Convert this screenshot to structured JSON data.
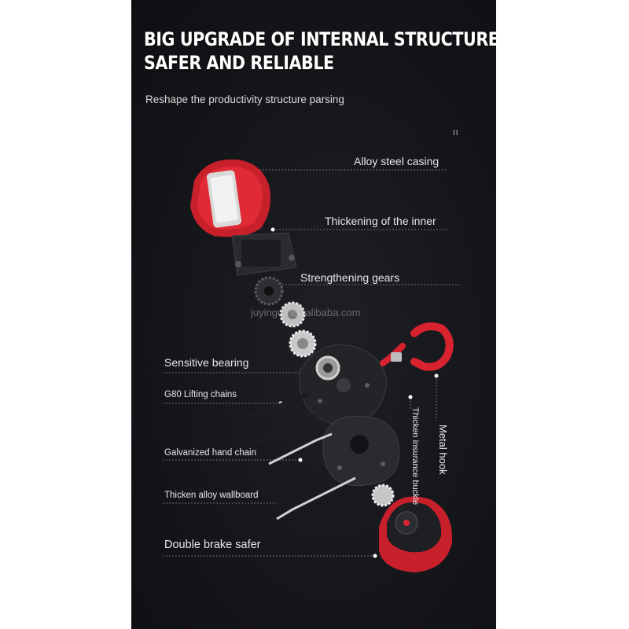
{
  "headline": {
    "line1": "BIG UPGRADE OF INTERNAL STRUCTURE",
    "line2": "SAFER AND RELIABLE"
  },
  "subtitle": "Reshape the productivity structure parsing",
  "pause_glyph": "II",
  "watermark": "juyingdz.en.alibaba.com",
  "callouts": {
    "casing": "Alloy steel casing",
    "inner": "Thickening of the inner",
    "gears": "Strengthening gears",
    "bearing": "Sensitive bearing",
    "lifting_chains": "G80 Lifting chains",
    "hand_chain": "Galvanized hand chain",
    "wallboard": "Thicken alloy wallboard",
    "brake": "Double brake safer",
    "buckle": "Thicken insurance buckle",
    "hook": "Metal hook"
  },
  "colors": {
    "background": "#15161a",
    "accent_red": "#d8232f",
    "text": "#e8e8e8"
  }
}
